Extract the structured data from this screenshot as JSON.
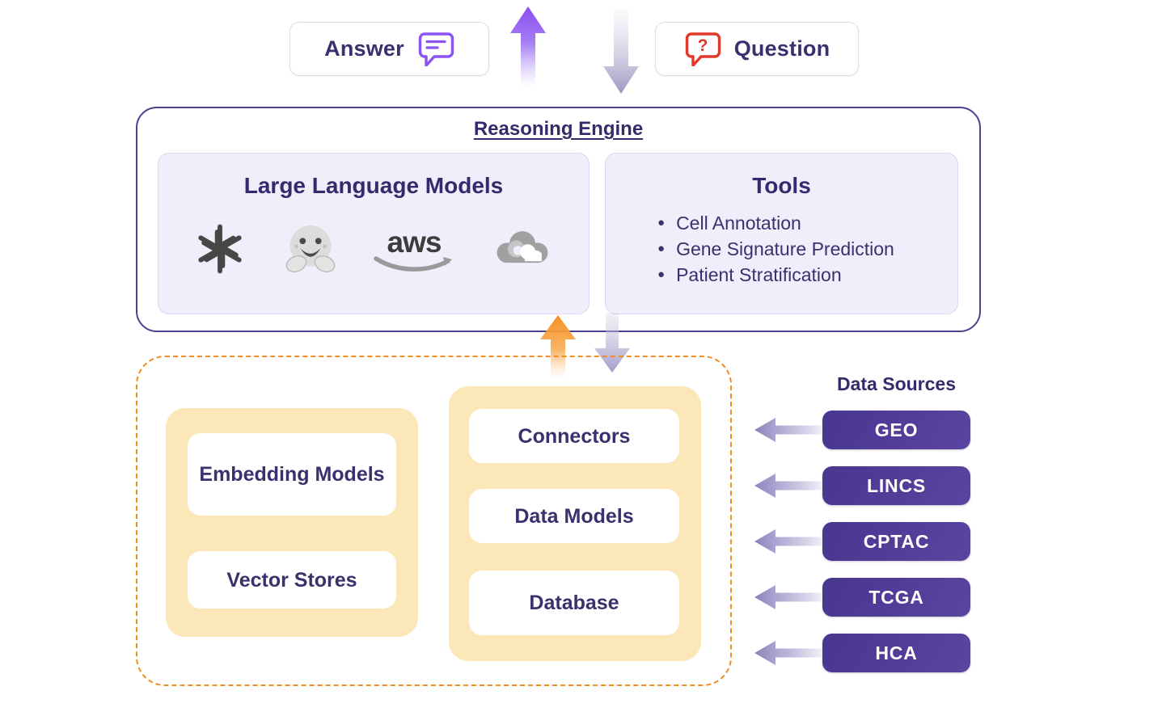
{
  "top": {
    "answer_label": "Answer",
    "question_label": "Question"
  },
  "reasoning_engine": {
    "title": "Reasoning Engine",
    "llm": {
      "title": "Large Language Models",
      "aws_text": "aws",
      "logos": [
        "OpenAI",
        "Hugging Face",
        "AWS",
        "Google Cloud"
      ]
    },
    "tools": {
      "title": "Tools",
      "items": [
        "Cell Annotation",
        "Gene Signature Prediction",
        "Patient Stratification"
      ]
    }
  },
  "knowledge_layer": {
    "left_group": {
      "items": [
        "Embedding Models",
        "Vector Stores"
      ]
    },
    "middle_group": {
      "items": [
        "Connectors",
        "Data Models",
        "Database"
      ]
    }
  },
  "data_sources": {
    "title": "Data Sources",
    "items": [
      "GEO",
      "LINCS",
      "CPTAC",
      "TCGA",
      "HCA"
    ]
  },
  "icons": {
    "answer_icon": "chat-bubble-icon",
    "question_icon": "question-bubble-icon",
    "flow_icons": [
      "up-arrow-icon",
      "down-arrow-icon",
      "orange-up-arrow-icon",
      "purple-down-arrow-icon",
      "left-arrow-icon"
    ]
  },
  "colors": {
    "indigo_text": "#39316e",
    "reasoning_border": "#4c4191",
    "lavender_bg": "#f1eefb",
    "purple_accent": "#8a55f0",
    "red_accent": "#e2372b",
    "dashed_orange": "#ee8e1e",
    "yellow_bg": "#fbe7b8",
    "button_purple_dark": "#49368f",
    "button_purple_light": "#5a45a1",
    "arrow_slate": "#9c96c1"
  }
}
